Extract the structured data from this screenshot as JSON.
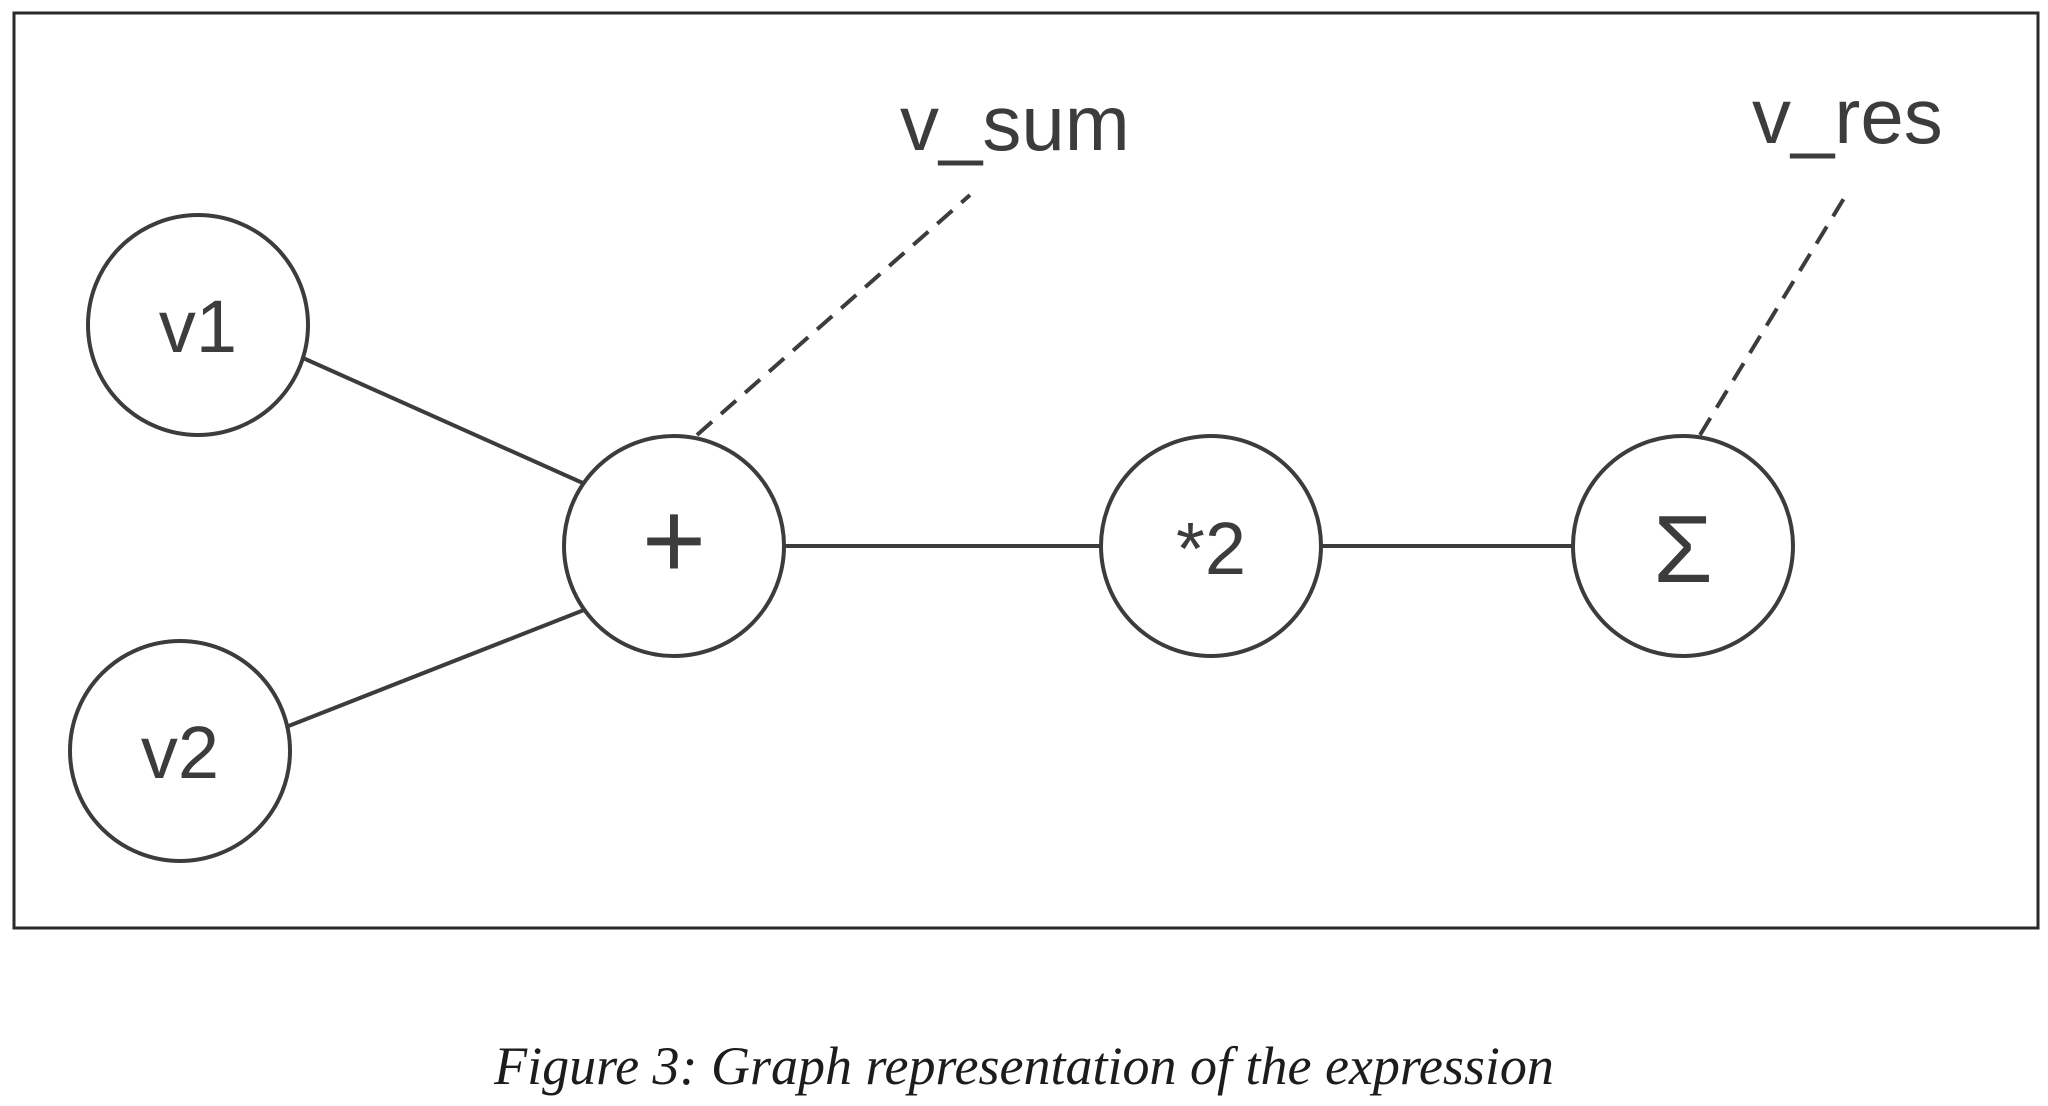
{
  "diagram": {
    "nodes": {
      "v1": "v1",
      "v2": "v2",
      "add": "+",
      "mul": "*2",
      "sum": "Σ"
    },
    "variables": {
      "v_sum": "v_sum",
      "v_res": "v_res"
    }
  },
  "caption": "Figure 3: Graph representation of the expression",
  "colors": {
    "stroke": "#3c3c3c",
    "background": "#ffffff"
  }
}
